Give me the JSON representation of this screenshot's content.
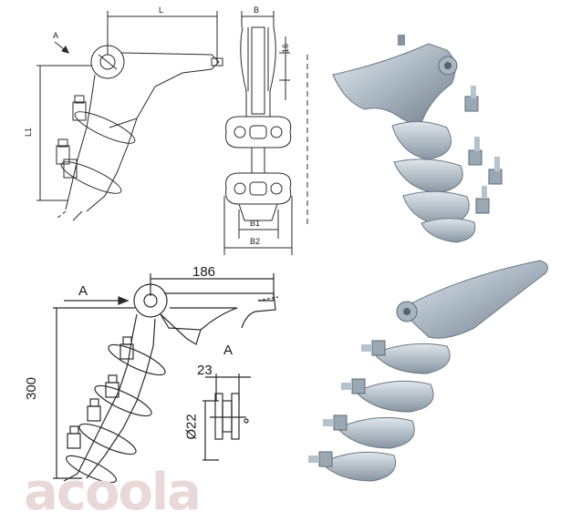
{
  "top_drawing": {
    "label_L": "L",
    "label_B": "B",
    "label_16": "16",
    "label_L1": "L1",
    "label_A": "A",
    "label_B1": "B1",
    "label_B2": "B2"
  },
  "bottom_drawing": {
    "label_A_arrow": "A",
    "dim_186": "186",
    "dim_300": "300",
    "view_label": "A",
    "dim_23": "23",
    "dim_d22": "Ø22"
  },
  "watermark": "acoola",
  "colors": {
    "line": "#2a2a2a",
    "metal_light": "#c9d3dc",
    "metal_dark": "#7f8d99",
    "metal_mid": "#a7b4bf"
  }
}
